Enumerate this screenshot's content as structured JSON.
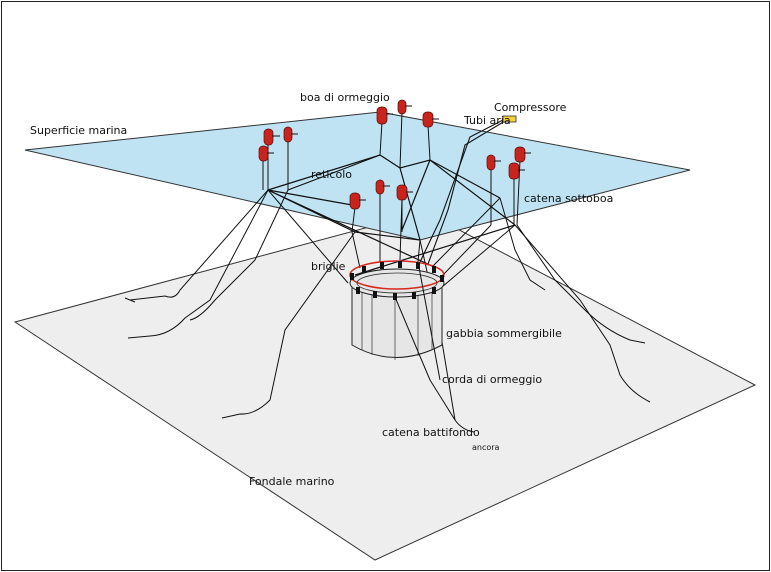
{
  "labels": {
    "boa_di_ormeggio": "boa di ormeggio",
    "compressore": "Compressore",
    "tubi_aria": "Tubi aria",
    "superficie_marina": "Superficie marina",
    "reticolo": "reticolo",
    "catena_sottoboa": "catena sottoboa",
    "briglie": "briglie",
    "gabbia_sommergibile": "gabbia sommergibile",
    "corda_di_ormeggio": "corda di ormeggio",
    "catena_battifondo": "catena battifondo",
    "ancora": "ancora",
    "fondale_marino": "Fondale marino"
  },
  "colors": {
    "sea_surface": "#bfe3f3",
    "seabed": "#eeeeee",
    "buoy": "#c8231c",
    "ring": "#d62a1e",
    "compressor": "#f2d13a",
    "cage": "#e6e6e6"
  }
}
